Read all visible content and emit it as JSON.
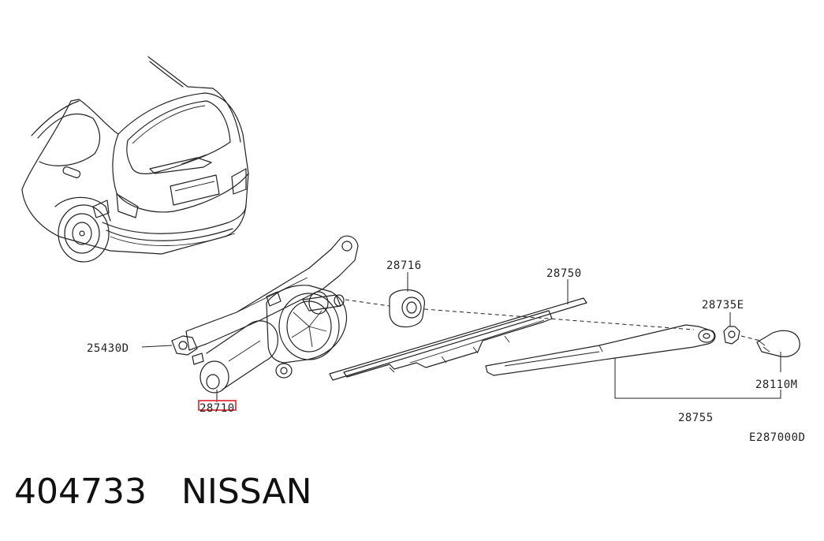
{
  "colors": {
    "line": "#222222",
    "highlight": "#e0202a",
    "background": "#ffffff"
  },
  "callouts": {
    "p28716": "28716",
    "p28750": "28750",
    "p28735E": "28735E",
    "p25430D": "25430D",
    "p28110M": "28110M",
    "p28710": "28710",
    "p28755": "28755"
  },
  "diagram_code": "E287000D",
  "footer": {
    "part_number": "404733",
    "brand": "NISSAN"
  },
  "highlighted_callout": "28710"
}
